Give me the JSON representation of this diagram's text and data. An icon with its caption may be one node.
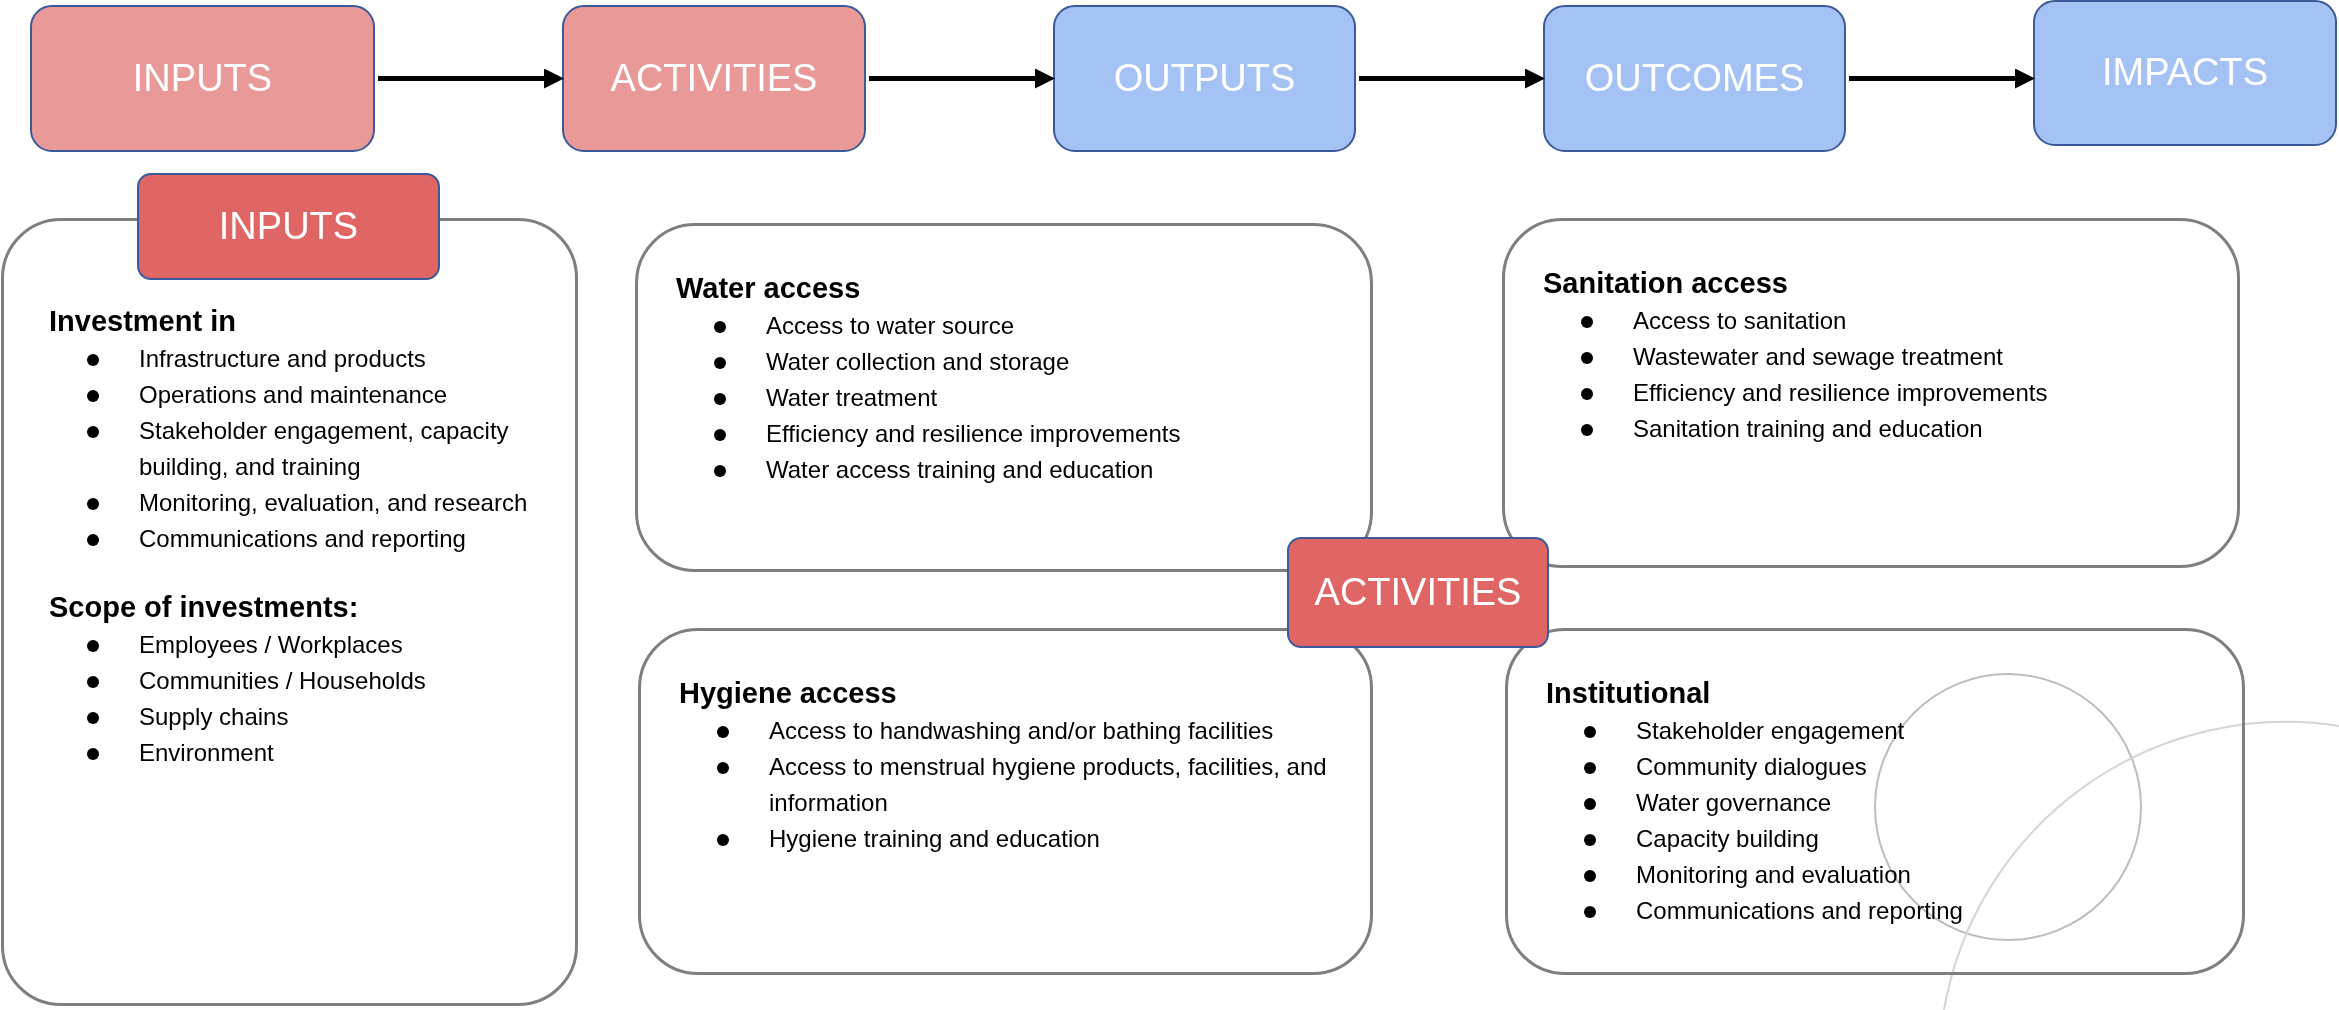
{
  "diagram": {
    "nodes": [
      {
        "text": [
          "INPUTS"
        ]
      },
      {
        "text": [
          "ACTIVITIES"
        ]
      },
      {
        "text": [
          "OUTPUTS"
        ]
      },
      {
        "text": [
          "OUTCOMES"
        ]
      },
      {
        "text": [
          "IMPACTS"
        ]
      },
      {
        "text": [
          "INPUTS"
        ]
      },
      {
        "text": [
          "Investment in",
          "Infrastructure and products",
          "Operations and maintenance",
          "Stakeholder engagement, capacity building, and training",
          "Monitoring, evaluation, and research",
          "Communications and reporting",
          "Scope of investments:",
          "Employees / Workplaces",
          "Communities / Households",
          "Supply chains",
          "Environment"
        ]
      },
      {
        "text": [
          "Water access",
          "Access to water source",
          "Water collection and storage",
          "Water treatment",
          "Efficiency and resilience improvements",
          "Water access training and education"
        ]
      },
      {
        "text": [
          "Sanitation access",
          "Access to sanitation",
          "Wastewater and sewage treatment",
          "Efficiency and resilience improvements",
          "Sanitation training and education"
        ]
      },
      {
        "text": [
          "ACTIVITIES"
        ]
      },
      {
        "text": [
          "Hygiene access",
          "Access to handwashing and/or bathing facilities",
          "Access to menstrual hygiene products, facilities, and information",
          "Hygiene training and education"
        ]
      },
      {
        "text": [
          "Institutional",
          "Stakeholder engagement",
          "Community dialogues",
          "Water governance",
          "Capacity building",
          "Monitoring and evaluation",
          "Communications and reporting"
        ]
      }
    ],
    "edges": [
      {
        "from": 0,
        "to": 1,
        "arrow": "to"
      },
      {
        "from": 1,
        "to": 2,
        "arrow": "to"
      },
      {
        "from": 2,
        "to": 3,
        "arrow": "to"
      },
      {
        "from": 3,
        "to": 4,
        "arrow": "to"
      }
    ]
  }
}
